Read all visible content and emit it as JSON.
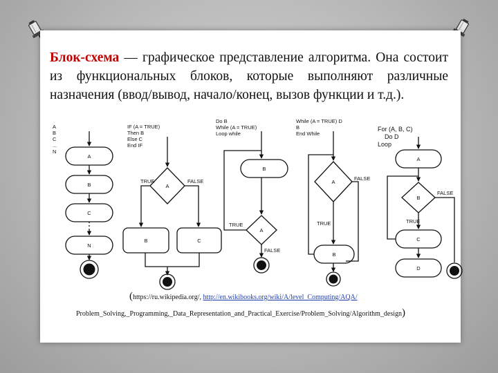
{
  "slide": {
    "term": "Блок-схема",
    "definition": " — графическое представление алгоритма. Она состоит из функциональных блоков, которые выполняют различные назначения (ввод/вывод, начало/конец, вызов функции и т.д.)."
  },
  "diagrams": {
    "sequence": {
      "code": [
        "A",
        "B",
        "C",
        "...",
        "N"
      ],
      "blocks": [
        "A",
        "B",
        "C",
        "N"
      ]
    },
    "ifelse": {
      "code": [
        "IF (A = TRUE)",
        "Then B",
        "Else C",
        "End IF"
      ],
      "decision": "A",
      "true_label": "TRUE",
      "false_label": "FALSE",
      "blocks": [
        "B",
        "C"
      ]
    },
    "dowhile": {
      "code": [
        "Do B",
        "While (A = TRUE)",
        "Loop while"
      ],
      "block": "B",
      "decision": "A",
      "true_label": "TRUE",
      "false_label": "FALSE"
    },
    "whiledo": {
      "code": [
        "While (A = TRUE) D",
        "B",
        "End While"
      ],
      "decision": "A",
      "false_label": "FALSE",
      "true_label": "TRUE",
      "block": "B"
    },
    "forloop": {
      "code": [
        "For (A, B, C)",
        "Do D",
        "Loop"
      ],
      "blocks": [
        "A",
        "C",
        "D"
      ],
      "decision": "B",
      "true_label": "TRUE",
      "false_label": "FALSE"
    }
  },
  "caption": {
    "open_paren": "(",
    "url_ru": "https://ru.wikipedia.org/, ",
    "url_en": "http://en.wikibooks.org/wiki/A/level_Computing/AQA/",
    "url_en_cont": "Problem_Solving,_Programming,_Data_Representation_and_Practical_Exercise/Problem_Solving/Algorithm_design",
    "close_paren": ")"
  },
  "colors": {
    "term": "#c00000",
    "link": "#1f3fb0"
  }
}
